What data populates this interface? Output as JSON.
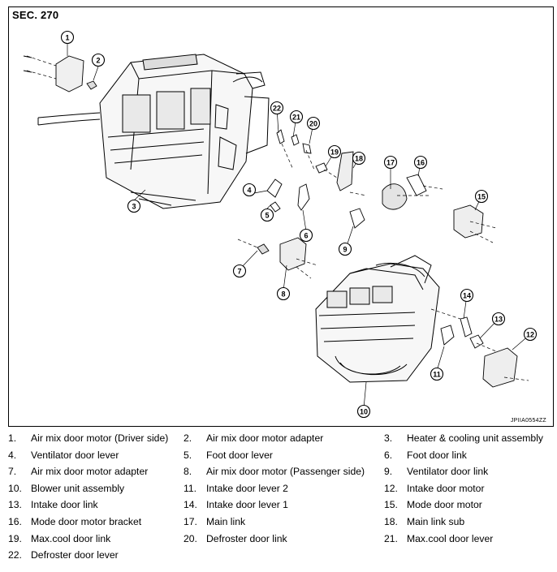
{
  "figure": {
    "section_label": "SEC. 270",
    "figure_code": "JPIIA0554ZZ"
  },
  "callouts": [
    "1",
    "2",
    "3",
    "4",
    "5",
    "6",
    "7",
    "8",
    "9",
    "10",
    "11",
    "12",
    "13",
    "14",
    "15",
    "16",
    "17",
    "18",
    "19",
    "20",
    "21",
    "22"
  ],
  "legend": [
    {
      "num": "1.",
      "label": "Air mix door motor (Driver side)"
    },
    {
      "num": "2.",
      "label": "Air mix door motor adapter"
    },
    {
      "num": "3.",
      "label": "Heater & cooling unit assembly"
    },
    {
      "num": "4.",
      "label": "Ventilator door lever"
    },
    {
      "num": "5.",
      "label": "Foot door lever"
    },
    {
      "num": "6.",
      "label": "Foot door link"
    },
    {
      "num": "7.",
      "label": "Air mix door motor adapter"
    },
    {
      "num": "8.",
      "label": "Air mix door motor (Passenger side)"
    },
    {
      "num": "9.",
      "label": "Ventilator door link"
    },
    {
      "num": "10.",
      "label": "Blower unit assembly"
    },
    {
      "num": "11.",
      "label": "Intake door lever 2"
    },
    {
      "num": "12.",
      "label": "Intake door motor"
    },
    {
      "num": "13.",
      "label": "Intake door link"
    },
    {
      "num": "14.",
      "label": "Intake door lever 1"
    },
    {
      "num": "15.",
      "label": "Mode door motor"
    },
    {
      "num": "16.",
      "label": "Mode door motor bracket"
    },
    {
      "num": "17.",
      "label": "Main link"
    },
    {
      "num": "18.",
      "label": "Main link sub"
    },
    {
      "num": "19.",
      "label": "Max.cool door link"
    },
    {
      "num": "20.",
      "label": "Defroster door link"
    },
    {
      "num": "21.",
      "label": "Max.cool door lever"
    },
    {
      "num": "22.",
      "label": "Defroster door lever"
    }
  ]
}
